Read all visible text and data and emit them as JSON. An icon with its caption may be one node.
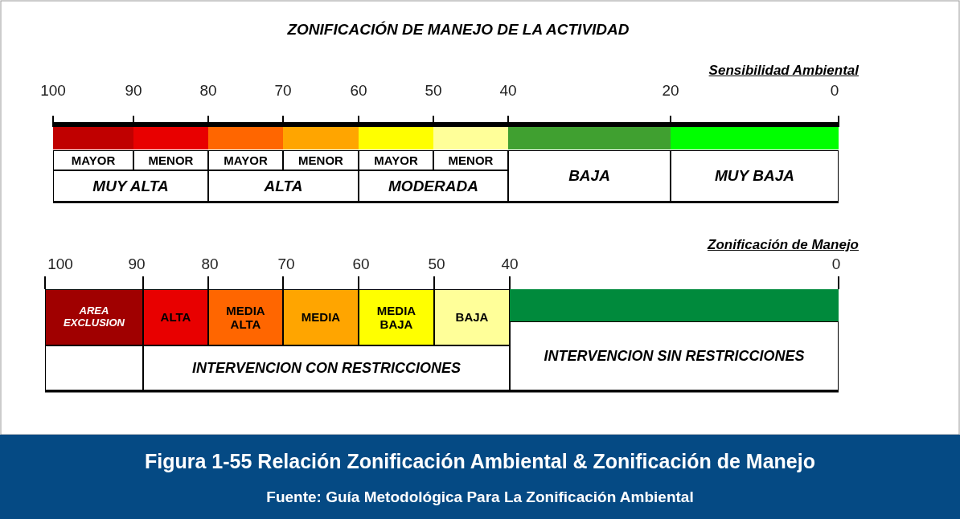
{
  "diagram": {
    "title": "ZONIFICACIÓN DE MANEJO DE LA ACTIVIDAD",
    "caption": "Figura 1-55 Relación Zonificación Ambiental & Zonificación de Manejo",
    "nodes": [
      {
        "text": [],
        "shape": "bar"
      },
      {
        "text": [],
        "shape": "bar"
      },
      {
        "text": [],
        "shape": "bar"
      },
      {
        "text": [],
        "shape": "bar"
      },
      {
        "text": [],
        "shape": "bar"
      },
      {
        "text": [],
        "shape": "bar"
      },
      {
        "text": [],
        "shape": "bar"
      },
      {
        "text": [],
        "shape": "bar"
      },
      {
        "text": [
          "MAYOR"
        ]
      },
      {
        "text": [
          "MENOR"
        ]
      },
      {
        "text": [
          "MAYOR"
        ]
      },
      {
        "text": [
          "MENOR"
        ]
      },
      {
        "text": [
          "MAYOR"
        ]
      },
      {
        "text": [
          "MENOR"
        ]
      },
      {
        "text": [
          "MUY ALTA"
        ]
      },
      {
        "text": [
          "ALTA"
        ]
      },
      {
        "text": [
          "MODERADA"
        ]
      },
      {
        "text": [
          "BAJA"
        ]
      },
      {
        "text": [
          "MUY BAJA"
        ]
      },
      {
        "text": [
          "AREA EXCLUSION"
        ]
      },
      {
        "text": [
          "ALTA"
        ]
      },
      {
        "text": [
          "MEDIA ALTA"
        ]
      },
      {
        "text": [
          "MEDIA"
        ]
      },
      {
        "text": [
          "MEDIA BAJA"
        ]
      },
      {
        "text": [
          "BAJA"
        ]
      },
      {
        "text": [],
        "shape": "bar"
      },
      {
        "text": [],
        "shape": "box"
      },
      {
        "text": [
          "INTERVENCION CON RESTRICCIONES"
        ]
      },
      {
        "text": [
          "INTERVENCION SIN RESTRICCIONES"
        ]
      }
    ],
    "labels": [
      "Sensibilidad Ambiental",
      "100",
      "90",
      "80",
      "70",
      "60",
      "50",
      "40",
      "20",
      "0",
      "Zonificación de Manejo",
      "100",
      "90",
      "80",
      "70",
      "60",
      "50",
      "40",
      "0",
      "Fuente: Guía Metodológica Para La Zonificación Ambiental"
    ]
  }
}
